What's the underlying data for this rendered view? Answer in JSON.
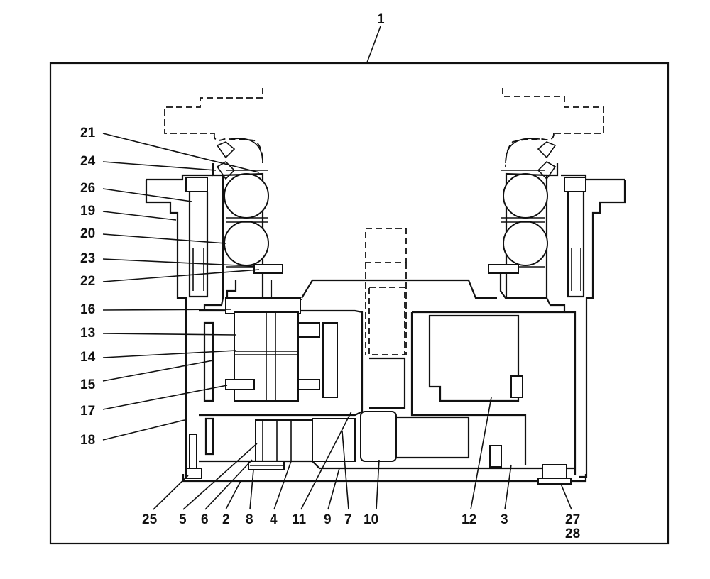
{
  "figure": {
    "title_number": "1",
    "callouts": [
      {
        "id": "c21",
        "text": "21"
      },
      {
        "id": "c24",
        "text": "24"
      },
      {
        "id": "c26",
        "text": "26"
      },
      {
        "id": "c19",
        "text": "19"
      },
      {
        "id": "c20",
        "text": "20"
      },
      {
        "id": "c23",
        "text": "23"
      },
      {
        "id": "c22",
        "text": "22"
      },
      {
        "id": "c16",
        "text": "16"
      },
      {
        "id": "c13",
        "text": "13"
      },
      {
        "id": "c14",
        "text": "14"
      },
      {
        "id": "c15",
        "text": "15"
      },
      {
        "id": "c17",
        "text": "17"
      },
      {
        "id": "c18",
        "text": "18"
      }
    ],
    "bottom_callouts": [
      {
        "id": "b25",
        "text": "25"
      },
      {
        "id": "b5",
        "text": "5"
      },
      {
        "id": "b6",
        "text": "6"
      },
      {
        "id": "b2",
        "text": "2"
      },
      {
        "id": "b8",
        "text": "8"
      },
      {
        "id": "b4",
        "text": "4"
      },
      {
        "id": "b11",
        "text": "11"
      },
      {
        "id": "b9",
        "text": "9"
      },
      {
        "id": "b7",
        "text": "7"
      },
      {
        "id": "b10",
        "text": "10"
      },
      {
        "id": "b12",
        "text": "12"
      },
      {
        "id": "b3",
        "text": "3"
      },
      {
        "id": "b27",
        "text": "27"
      },
      {
        "id": "b28",
        "text": "28"
      }
    ]
  }
}
